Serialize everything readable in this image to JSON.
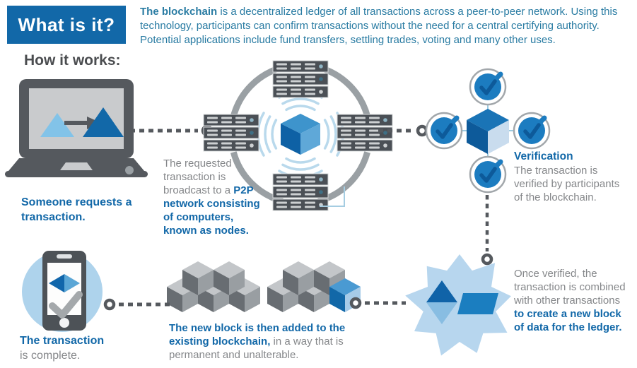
{
  "colors": {
    "brand_blue": "#1268a8",
    "teal_text": "#2a7ca3",
    "gray_text": "#85878a",
    "dark_gray": "#4b4d50",
    "connector_gray": "#55595e",
    "light_blue": "#aed3ec",
    "mid_blue": "#1c7cc0",
    "pale_blue": "#b7d6ee"
  },
  "header": {
    "title": "What is it?",
    "intro_bold": "The blockchain",
    "intro_rest": " is a decentralized ledger of all transactions across a peer-to-peer network. Using this technology, participants can confirm transactions without the need for a central certifying authority. Potential applications include fund transfers, settling trades, voting and many other uses."
  },
  "section": {
    "title": "How it works:"
  },
  "steps": {
    "request": {
      "caption": "Someone requests a transaction."
    },
    "broadcast": {
      "lead": "The requested transaction is broadcast to a ",
      "emphasis": "P2P network consisting of computers, known as nodes."
    },
    "verify": {
      "title": "Verification",
      "body": "The transaction is verified by participants of the blockchain."
    },
    "combine": {
      "lead": "Once verified, the transaction is combined with other transactions ",
      "emphasis": "to create a new block of data for the ledger."
    },
    "append": {
      "emphasis": "The new block is then added to the existing blockchain,",
      "tail": " in a way that is permanent and unalterable."
    },
    "complete": {
      "caption_bold": "The transaction",
      "caption_rest": "is complete."
    }
  },
  "icons": {
    "laptop": "laptop-icon",
    "network": "p2p-server-circle-icon",
    "cube": "blockchain-cube-icon",
    "verified": "check-badge-icon",
    "burst": "star-burst-icon",
    "chain": "cube-chain-icon",
    "phone": "smartphone-check-icon",
    "connector": "dashed-connector"
  }
}
